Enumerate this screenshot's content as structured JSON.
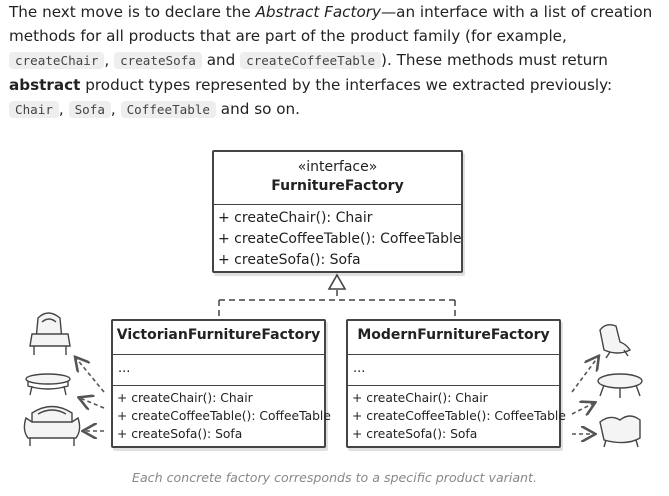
{
  "paragraph": {
    "t1": "The next move is to declare the ",
    "t2": "Abstract Factory",
    "t3": "—an interface with a list of creation methods for all products that are part of the product family (for example, ",
    "code1": "createChair",
    "sep1": ", ",
    "code2": "createSofa",
    "t4": " and ",
    "code3": "createCoffeeTable",
    "t5": "). These methods must return ",
    "t6": "abstract",
    "t7": " product types represented by the interfaces we extracted previously: ",
    "code4": "Chair",
    "sep2": ", ",
    "code5": "Sofa",
    "sep3": ", ",
    "code6": "CoffeeTable",
    "t8": " and so on."
  },
  "diagram": {
    "interface_box": {
      "stereotype": "«interface»",
      "name": "FurnitureFactory",
      "methods": [
        "+ createChair(): Chair",
        "+ createCoffeeTable(): CoffeeTable",
        "+ createSofa(): Sofa"
      ]
    },
    "victorian_box": {
      "name": "VictorianFurnitureFactory",
      "fields": "...",
      "methods": [
        "+ createChair(): Chair",
        "+ createCoffeeTable(): CoffeeTable",
        "+ createSofa(): Sofa"
      ]
    },
    "modern_box": {
      "name": "ModernFurnitureFactory",
      "fields": "...",
      "methods": [
        "+ createChair(): Chair",
        "+ createCoffeeTable(): CoffeeTable",
        "+ createSofa(): Sofa"
      ]
    },
    "icons": {
      "victorian": [
        "victorian-chair-icon",
        "victorian-coffee-table-icon",
        "victorian-sofa-icon"
      ],
      "modern": [
        "modern-chair-icon",
        "modern-coffee-table-icon",
        "modern-sofa-icon"
      ]
    },
    "caption": "Each concrete factory corresponds to a specific product variant."
  },
  "colors": {
    "text": "#222222",
    "border": "#444444",
    "code_bg": "#eeeeee",
    "caption": "#888888"
  }
}
